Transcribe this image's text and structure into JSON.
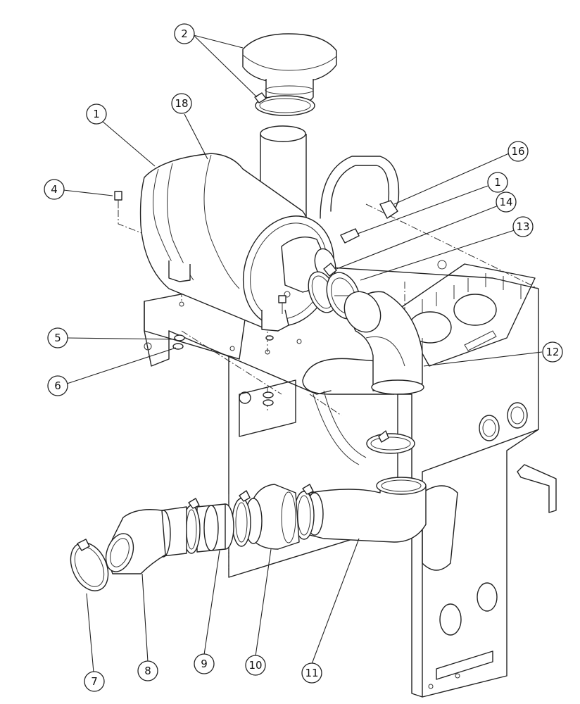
{
  "diagram": {
    "callouts": [
      {
        "id": "c1a",
        "label": "1"
      },
      {
        "id": "c1b",
        "label": "1"
      },
      {
        "id": "c2",
        "label": "2"
      },
      {
        "id": "c4",
        "label": "4"
      },
      {
        "id": "c5",
        "label": "5"
      },
      {
        "id": "c6",
        "label": "6"
      },
      {
        "id": "c7",
        "label": "7"
      },
      {
        "id": "c8",
        "label": "8"
      },
      {
        "id": "c9",
        "label": "9"
      },
      {
        "id": "c10",
        "label": "10"
      },
      {
        "id": "c11",
        "label": "11"
      },
      {
        "id": "c12",
        "label": "12"
      },
      {
        "id": "c13",
        "label": "13"
      },
      {
        "id": "c14",
        "label": "14"
      },
      {
        "id": "c16",
        "label": "16"
      },
      {
        "id": "c18",
        "label": "18"
      }
    ]
  }
}
